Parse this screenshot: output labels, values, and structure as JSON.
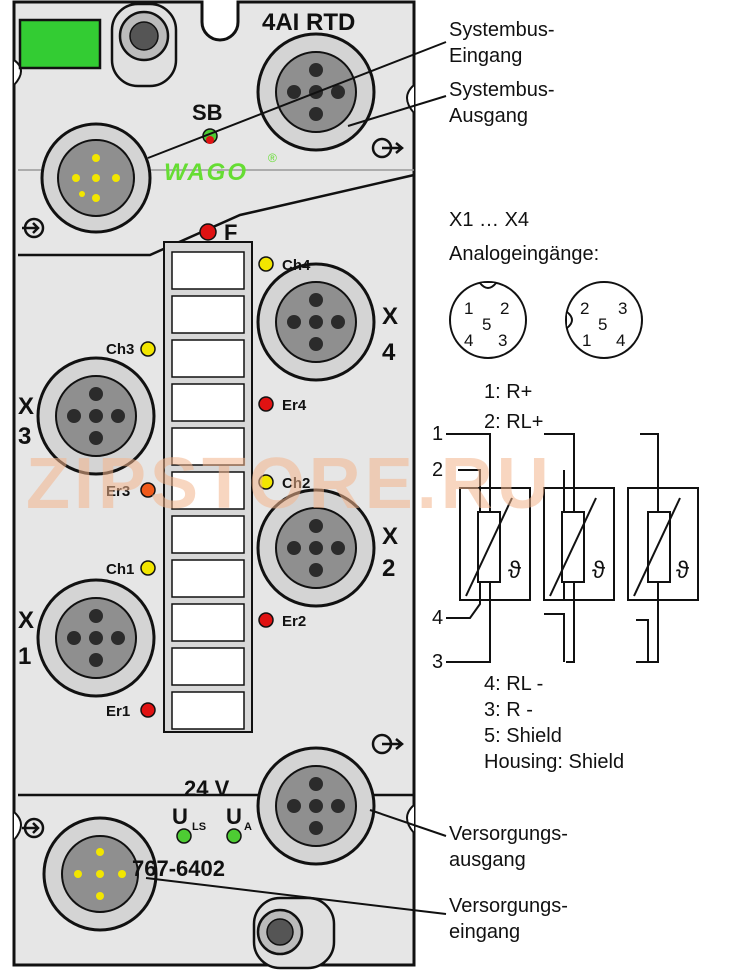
{
  "module": {
    "title": "4AI RTD",
    "bus_led_label": "SB",
    "brand": "WAGO",
    "fault_label": "F",
    "channels": {
      "ch1": "Ch1",
      "ch2": "Ch2",
      "ch3": "Ch3",
      "ch4": "Ch4",
      "er1": "Er1",
      "er2": "Er2",
      "er3": "Er3",
      "er4": "Er4"
    },
    "connectors": {
      "x1_letter": "X",
      "x1_num": "1",
      "x2_letter": "X",
      "x2_num": "2",
      "x3_letter": "X",
      "x3_num": "3",
      "x4_letter": "X",
      "x4_num": "4"
    },
    "voltage": "24 V",
    "u_ls_main": "U",
    "u_ls_sub": "LS",
    "u_a_main": "U",
    "u_a_sub": "A",
    "part_number": "767-6402"
  },
  "callouts": {
    "systembus_eingang": [
      "Systembus-",
      "Eingang"
    ],
    "systembus_ausgang": [
      "Systembus-",
      "Ausgang"
    ],
    "versorgungs_ausgang": [
      "Versorgungs-",
      "ausgang"
    ],
    "versorgungs_eingang": [
      "Versorgungs-",
      "eingang"
    ]
  },
  "analog": {
    "heading1": "X1 … X4",
    "heading2": "Analogeingänge:",
    "pinout_left": [
      "1",
      "2",
      "5",
      "4",
      "3"
    ],
    "pinout_right": [
      "2",
      "3",
      "5",
      "1",
      "4"
    ]
  },
  "wiring": {
    "pin_r_plus": "1: R+",
    "pin_rl_plus": "2: RL+",
    "pin_rl_minus": "4: RL -",
    "pin_r_minus": "3: R -",
    "pin_shield": "5: Shield",
    "housing": "Housing: Shield",
    "wire_labels": [
      "1",
      "2",
      "4",
      "3"
    ],
    "theta_symbol": "ϑ"
  },
  "watermark": "ZIPSTORE.RU",
  "colors": {
    "housing": "#e6e6e6",
    "connector_ring": "#d4d4d4",
    "connector_face": "#8f8f8f",
    "pin": "#2b2b2b",
    "led_green": "#4dcc33",
    "led_red": "#e01212",
    "led_orange": "#f05a1a",
    "led_yellow": "#f2e600",
    "brand_green": "#66dd33",
    "watermark": "#f2b48c"
  }
}
